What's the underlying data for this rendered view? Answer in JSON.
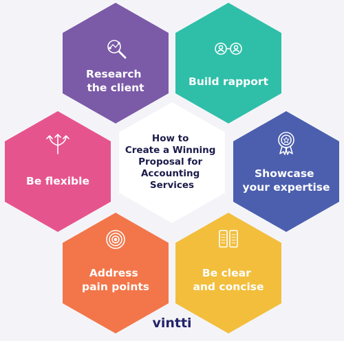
{
  "title": [
    "How to",
    "Create a Winning",
    "Proposal for",
    "Accounting",
    "Services"
  ],
  "logo": "vintti",
  "colors": {
    "background": "#f4f4f8",
    "center": "#ffffff",
    "research": "#7b5aa8",
    "rapport": "#2fbfa8",
    "showcase": "#4c5fae",
    "clear": "#f2be3c",
    "pain": "#f2764a",
    "flexible": "#e6548e"
  },
  "hexagons": {
    "research": {
      "label": [
        "Research",
        "the client"
      ],
      "icon": "search-chart-icon"
    },
    "rapport": {
      "label": [
        "Build rapport"
      ],
      "icon": "people-icon"
    },
    "showcase": {
      "label": [
        "Showcase",
        "your expertise"
      ],
      "icon": "award-badge-icon"
    },
    "clear": {
      "label": [
        "Be clear",
        "and concise"
      ],
      "icon": "document-icon"
    },
    "pain": {
      "label": [
        "Address",
        "pain points"
      ],
      "icon": "target-icon"
    },
    "flexible": {
      "label": [
        "Be flexible"
      ],
      "icon": "split-arrows-icon"
    }
  }
}
